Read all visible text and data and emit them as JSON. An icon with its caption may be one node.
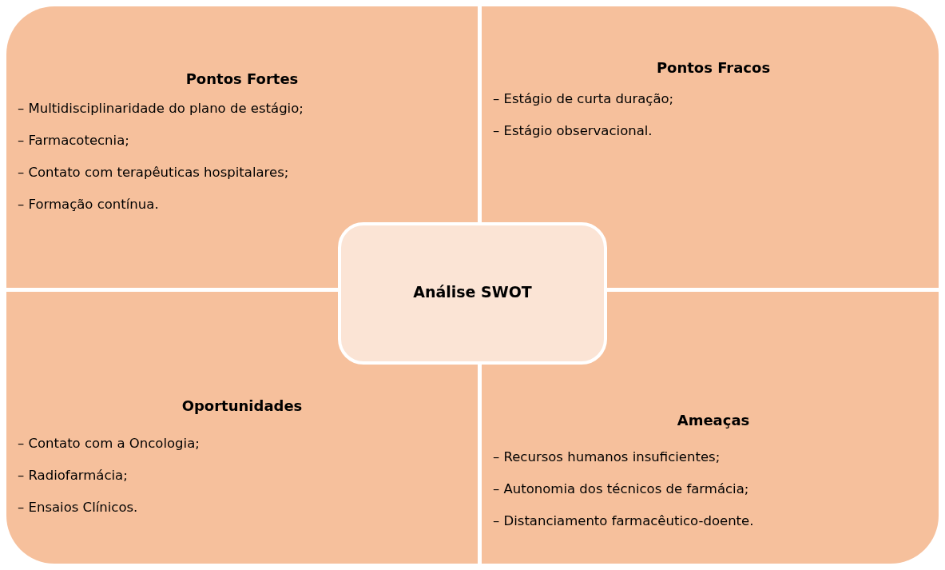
{
  "diagram": {
    "nodes": [
      {
        "text": [
          "Pontos Fortes",
          "– Multidisciplinaridade do plano de estágio;",
          "– Farmacotecnia;",
          "– Contato com terapêuticas hospitalares;",
          "– Formação contínua."
        ]
      },
      {
        "text": [
          "Pontos Fracos",
          "– Estágio de curta duração;",
          "– Estágio observacional."
        ]
      },
      {
        "text": [
          "Oportunidades",
          "– Contato com a Oncologia;",
          "– Radiofarmácia;",
          "– Ensaios Clínicos."
        ]
      },
      {
        "text": [
          "Ameaças",
          "– Recursos humanos insuficientes;",
          "– Autonomia dos técnicos de farmácia;",
          "– Distanciamento farmacêutico-doente."
        ]
      },
      {
        "text": [
          "Análise SWOT"
        ]
      }
    ]
  }
}
